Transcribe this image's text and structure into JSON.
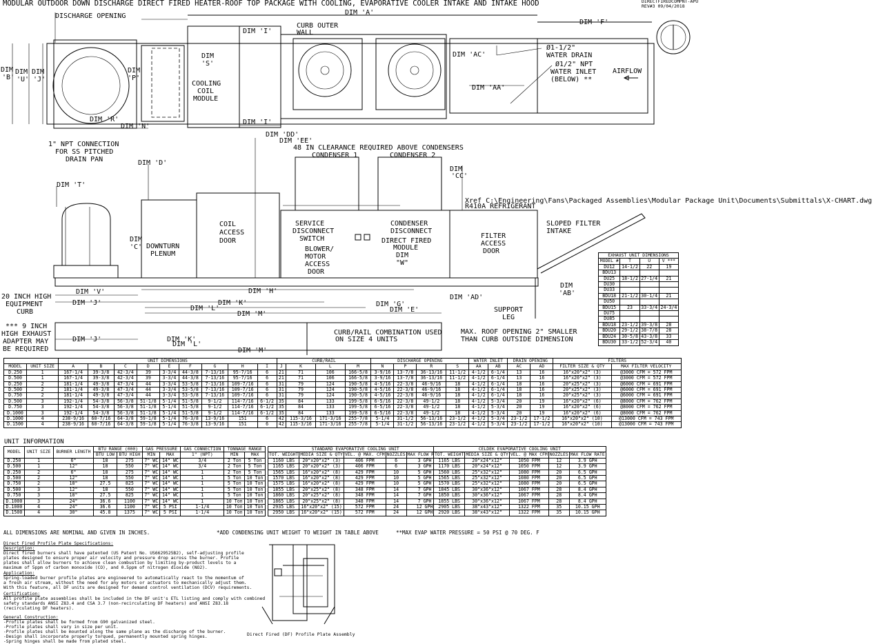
{
  "header": {
    "title": "MODULAR OUTDOOR DOWN DISCHARGE DIRECT FIRED HEATER-ROOF TOP PACKAGE WITH COOLING, EVAPORATIVE COOLER INTAKE AND INTAKE HOOD",
    "doc_id": "DIRECTFIREDCOMPNT-APU",
    "revision": "REV#3  09/04/2018"
  },
  "top_view": {
    "discharge_opening": "DISCHARGE OPENING",
    "dim_a": "DIM 'A'",
    "dim_i": "DIM 'I'",
    "curb_outer_wall_1": "CURB OUTER",
    "curb_outer_wall_2": "WALL",
    "dim_f": "DIM 'F'",
    "dim_b_1": "DIM",
    "dim_b_2": "'B'",
    "dim_u_1": "DIM",
    "dim_u_2": "'U'",
    "dim_j_1": "DIM",
    "dim_j_2": "'J'",
    "dim_s_1": "DIM",
    "dim_s_2": "'S'",
    "dim_p_1": "DIM",
    "dim_p_2": "'P'",
    "cooling_coil_1": "COOLING",
    "cooling_coil_2": "COIL",
    "cooling_coil_3": "MODULE",
    "dim_ac": "DIM 'AC'",
    "water_drain_1": "Ø1-1/2\"",
    "water_drain_2": "WATER DRAIN",
    "water_inlet_1": "Ø1/2\" NPT",
    "water_inlet_2": "WATER INLET",
    "water_inlet_3": "(BELOW) **",
    "airflow": "AIRFLOW",
    "dim_aa": "DIM 'AA'",
    "dim_r": "DIM 'R'",
    "dim_n": "DIM 'N'",
    "dim_i_bottom": "DIM 'I'"
  },
  "side_view": {
    "npt_1": "1\" NPT CONNECTION",
    "npt_2": "FOR SS PITCHED",
    "npt_3": "DRAIN PAN",
    "dim_dd": "DIM 'DD'",
    "dim_ee": "DIM 'EE'",
    "clearance": "48 IN CLEARANCE REQUIRED ABOVE CONDENSERS",
    "condenser_1": "CONDENSER 1",
    "condenser_2": "CONDENSER 2",
    "dim_d": "DIM 'D'",
    "dim_cc_1": "DIM",
    "dim_cc_2": "'CC'",
    "dim_t": "DIM 'T'",
    "xref": "Xref C:\\Engineering\\Fans\\Packaged Assemblies\\Modular Package Unit\\Documents\\Submittals\\X-CHART.dwg",
    "refrigerant": "R410A REFRIGERANT",
    "coil_access_1": "COIL",
    "coil_access_2": "ACCESS",
    "coil_access_3": "DOOR",
    "service_1": "SERVICE",
    "service_2": "DISCONNECT",
    "service_3": "SWITCH",
    "condenser_disc_1": "CONDENSER",
    "condenser_disc_2": "DISCONNECT",
    "direct_fired_1": "DIRECT FIRED",
    "direct_fired_2": "MODULE",
    "blower_1": "BLOWER/",
    "blower_2": "MOTOR",
    "blower_3": "ACCESS",
    "blower_4": "DOOR",
    "dim_w_1": "DIM",
    "dim_w_2": "\"W\"",
    "filter_1": "FILTER",
    "filter_2": "ACCESS",
    "filter_3": "DOOR",
    "sloped_1": "SLOPED FILTER",
    "sloped_2": "INTAKE",
    "dim_c_1": "DIM",
    "dim_c_2": "'C'",
    "downturn_1": "DOWNTURN",
    "downturn_2": "PLENUM",
    "curb_1": "20 INCH HIGH",
    "curb_2": "EQUIPMENT",
    "curb_3": "CURB",
    "dim_v": "DIM 'V'",
    "dim_j": "DIM 'J'",
    "dim_h": "DIM 'H'",
    "dim_k": "DIM 'K'",
    "dim_l": "DIM 'L'",
    "dim_m": "DIM 'M'",
    "dim_g": "DIM 'G'",
    "dim_e": "DIM 'E'",
    "dim_ad": "DIM 'AD'",
    "dim_ab_1": "DIM",
    "dim_ab_2": "'AB'",
    "support_1": "SUPPORT",
    "support_2": "LEG",
    "adapter_1": "*** 9 INCH",
    "adapter_2": "HIGH EXHAUST",
    "adapter_3": "ADAPTER MAY",
    "adapter_4": "BE REQUIRED",
    "dim_j_lower": "DIM 'J'",
    "dim_k_lower": "DIM 'K'",
    "dim_l_lower": "DIM 'L'",
    "dim_m_lower": "DIM 'M'",
    "curb_rail_1": "CURB/RAIL COMBINATION USED",
    "curb_rail_2": "ON SIZE 4 UNITS",
    "roof_1": "MAX. ROOF OPENING 2\" SMALLER",
    "roof_2": "THAN CURB OUTSIDE DIMENSION"
  },
  "exhaust_table": {
    "title": "EXHAUST UNIT DIMENSIONS",
    "headers": [
      "MODEL #",
      "T",
      "U",
      "V ***"
    ],
    "rows": [
      [
        "DU12",
        "14-1/2",
        "22",
        "19"
      ],
      [
        "BDU13",
        "",
        "",
        ""
      ],
      [
        "DU25",
        "18-1/2",
        "27-1/4",
        "21"
      ],
      [
        "DU30",
        "",
        "",
        ""
      ],
      [
        "DU33",
        "",
        "",
        ""
      ],
      [
        "BDU18",
        "21-1/2",
        "30-1/4",
        "21"
      ],
      [
        "DU50",
        "",
        "",
        ""
      ],
      [
        "BDU15",
        "23",
        "33-3/4",
        "24-3/4"
      ],
      [
        "DU75",
        "",
        "",
        ""
      ],
      [
        "DU85",
        "",
        "",
        ""
      ],
      [
        "BDU18",
        "23-1/2",
        "39-3/8",
        "28"
      ],
      [
        "BDU20",
        "29-1/2",
        "38-7/8",
        "28"
      ],
      [
        "BDU24",
        "30-5/8",
        "43-3/8",
        "33"
      ],
      [
        "BDU30",
        "33-1/2",
        "52-3/4",
        "40"
      ]
    ]
  },
  "dims_table": {
    "group_unit_dimensions": "UNIT DIMENSIONS",
    "group_curb_rail": "CURB/RAIL",
    "group_discharge": "DISCHARGE OPENING",
    "group_water_inlet": "WATER INLET",
    "group_drain": "DRAIN OPENING",
    "group_filters": "FILTERS",
    "headers": [
      "MODEL",
      "UNIT SIZE",
      "A",
      "B",
      "C",
      "D",
      "E",
      "F",
      "G",
      "H",
      "I",
      "J",
      "K",
      "L",
      "M",
      "N",
      "P",
      "R",
      "S",
      "AA",
      "AB",
      "AC",
      "AD",
      "FILTER SIZE & QTY",
      "MAX FILTER VELOCITY"
    ],
    "rows": [
      [
        "D.250",
        "1",
        "167-1/4",
        "39-3/8",
        "42-3/4",
        "39",
        "3-3/4",
        "44-3/8",
        "7-13/16",
        "95-7/16",
        "6",
        "21",
        "71",
        "106",
        "166-5/8",
        "3-9/16",
        "13-7/8",
        "36-13/16",
        "11-1/2",
        "4-1/2",
        "6-1/4",
        "13",
        "16",
        "16\"x20\"x2\" (3)",
        "@3000 CFM = 572 FPM"
      ],
      [
        "D.500",
        "1",
        "167-1/4",
        "39-3/8",
        "42-3/4",
        "39",
        "3-3/4",
        "44-3/8",
        "7-13/16",
        "95-7/16",
        "6",
        "21",
        "71",
        "106",
        "166-5/8",
        "3-9/16",
        "13-7/8",
        "36-13/16",
        "11-1/2",
        "4-1/2",
        "6-1/4",
        "13",
        "16",
        "16\"x20\"x2\" (3)",
        "@3000 CFM = 572 FPM"
      ],
      [
        "D.250",
        "2",
        "181-1/4",
        "49-3/8",
        "47-3/4",
        "44",
        "3-3/4",
        "53-5/8",
        "7-13/16",
        "109-7/16",
        "6",
        "31",
        "79",
        "124",
        "190-5/8",
        "4-5/16",
        "22-3/8",
        "46-9/16",
        "18",
        "4-1/2",
        "6-1/4",
        "18",
        "16",
        "20\"x25\"x2\" (3)",
        "@6000 CFM = 691 FPM"
      ],
      [
        "D.500",
        "2",
        "181-1/4",
        "49-3/8",
        "47-3/4",
        "44",
        "3-3/4",
        "53-5/8",
        "7-13/16",
        "109-7/16",
        "6",
        "31",
        "79",
        "124",
        "190-5/8",
        "4-5/16",
        "22-3/8",
        "46-9/16",
        "18",
        "4-1/2",
        "6-1/4",
        "18",
        "16",
        "20\"x25\"x2\" (3)",
        "@6000 CFM = 691 FPM"
      ],
      [
        "D.750",
        "2",
        "181-1/4",
        "49-3/8",
        "47-3/4",
        "44",
        "3-3/4",
        "53-5/8",
        "7-13/16",
        "109-7/16",
        "6",
        "31",
        "79",
        "124",
        "190-5/8",
        "4-5/16",
        "22-3/8",
        "46-9/16",
        "18",
        "4-1/2",
        "6-1/4",
        "18",
        "16",
        "20\"x25\"x2\" (3)",
        "@6000 CFM = 691 FPM"
      ],
      [
        "D.500",
        "3",
        "192-1/4",
        "54-3/8",
        "56-3/8",
        "51-1/8",
        "5-1/4",
        "51-5/8",
        "9-1/2",
        "114-7/16",
        "6-1/2",
        "35",
        "84",
        "133",
        "199-5/8",
        "6-5/16",
        "22-3/8",
        "49-1/2",
        "18",
        "4-1/2",
        "5-3/4",
        "20",
        "19",
        "16\"x20\"x2\" (6)",
        "@8000 CFM = 762 FPM"
      ],
      [
        "D.750",
        "3",
        "192-1/4",
        "54-3/8",
        "56-3/8",
        "51-1/8",
        "5-1/4",
        "51-5/8",
        "9-1/2",
        "114-7/16",
        "6-1/2",
        "35",
        "84",
        "133",
        "199-5/8",
        "6-5/16",
        "22-3/8",
        "49-1/2",
        "18",
        "4-1/2",
        "5-3/4",
        "20",
        "19",
        "16\"x20\"x2\" (6)",
        "@8000 CFM = 762 FPM"
      ],
      [
        "D.1000",
        "3",
        "192-1/4",
        "54-3/8",
        "56-3/8",
        "51-1/8",
        "5-1/4",
        "51-5/8",
        "9-1/2",
        "114-7/16",
        "6-1/2",
        "35",
        "84",
        "133",
        "199-5/8",
        "6-5/16",
        "22-3/8",
        "49-1/2",
        "18",
        "4-1/2",
        "5-3/4",
        "20",
        "19",
        "16\"x20\"x2\" (6)",
        "@8000 CFM = 762 FPM"
      ],
      [
        "D.1000",
        "4",
        "238-9/16",
        "60-7/16",
        "64-3/8",
        "59-1/8",
        "5-1/4",
        "76-3/8",
        "13-9/16",
        "151",
        "6",
        "42",
        "115-3/16",
        "171-3/16",
        "255-7/8",
        "5-1/4",
        "31-1/2",
        "56-13/16",
        "23-1/2",
        "4-1/2",
        "5-3/4",
        "23-1/2",
        "17-1/2",
        "16\"x20\"x2\" (10)",
        "@13000 CFM = 743 FPM"
      ],
      [
        "D.1500",
        "4",
        "238-9/16",
        "60-7/16",
        "64-3/8",
        "59-1/8",
        "5-1/4",
        "76-3/8",
        "13-9/16",
        "151",
        "6",
        "42",
        "115-3/16",
        "171-3/16",
        "255-7/8",
        "5-1/4",
        "31-1/2",
        "56-13/16",
        "23-1/2",
        "4-1/2",
        "5-3/4",
        "23-1/2",
        "17-1/2",
        "16\"x20\"x2\" (10)",
        "@13000 CFM = 743 FPM"
      ]
    ]
  },
  "unit_info": {
    "title": "UNIT INFORMATION",
    "group_btu": "BTU RANGE (000)",
    "group_gas": "GAS PRESSURE",
    "group_gas_conn": "GAS CONNECTION",
    "group_tonnage": "TONNAGE RANGE",
    "headers": [
      "MODEL",
      "UNIT SIZE",
      "BURNER LENGTH",
      "BTU LOW",
      "BTU HIGH",
      "MIN",
      "MAX",
      "1\" (NPT)",
      "MIN",
      "MAX"
    ],
    "rows": [
      [
        "D.250",
        "1",
        "6\"",
        "18",
        "275",
        "7\" WC",
        "14\" WC",
        "3/4",
        "2 Ton",
        "5 Ton"
      ],
      [
        "D.500",
        "1",
        "12\"",
        "18",
        "550",
        "7\" WC",
        "14\" WC",
        "3/4",
        "2 Ton",
        "5 Ton"
      ],
      [
        "D.250",
        "2",
        "6\"",
        "18",
        "275",
        "7\" WC",
        "14\" WC",
        "1",
        "2 Ton",
        "5 Ton"
      ],
      [
        "D.500",
        "2",
        "12\"",
        "18",
        "550",
        "7\" WC",
        "14\" WC",
        "1",
        "5 Ton",
        "10 Ton"
      ],
      [
        "D.750",
        "2",
        "18\"",
        "27.5",
        "825",
        "7\" WC",
        "14\" WC",
        "1",
        "5 Ton",
        "10 Ton"
      ],
      [
        "D.500",
        "3",
        "12\"",
        "18",
        "550",
        "7\" WC",
        "14\" WC",
        "1",
        "5 Ton",
        "10 Ton"
      ],
      [
        "D.750",
        "3",
        "18\"",
        "27.5",
        "825",
        "7\" WC",
        "14\" WC",
        "1",
        "5 Ton",
        "10 Ton"
      ],
      [
        "D.1000",
        "3",
        "24\"",
        "36.6",
        "1100",
        "7\" WC",
        "14\" WC",
        "1",
        "10 Ton",
        "10 Ton"
      ],
      [
        "D.1000",
        "4",
        "24\"",
        "36.6",
        "1100",
        "7\" WC",
        "5 PSI",
        "1-1/4",
        "10 Ton",
        "10 Ton"
      ],
      [
        "D.1500",
        "4",
        "30\"",
        "45.8",
        "1375",
        "7\" WC",
        "5 PSI",
        "1-1/4",
        "10 Ton",
        "10 Ton"
      ]
    ]
  },
  "std_evap": {
    "title": "STANDARD EVAPORATIVE COOLING UNIT",
    "headers": [
      "TOT. WEIGHT",
      "MEDIA SIZE & QTY",
      "VEL. @ MAX. CFM",
      "NOZZLES",
      "MAX FLOW RATE"
    ],
    "rows": [
      [
        "1160 LBS",
        "20\"x20\"x2\" (3)",
        "406 FPM",
        "6",
        "3 GPH"
      ],
      [
        "1165 LBS",
        "20\"x20\"x2\" (3)",
        "406 FPM",
        "6",
        "3 GPH"
      ],
      [
        "1565 LBS",
        "16\"x20\"x2\" (8)",
        "429 FPM",
        "10",
        "5 GPH"
      ],
      [
        "1570 LBS",
        "16\"x20\"x2\" (8)",
        "429 FPM",
        "10",
        "5 GPH"
      ],
      [
        "1575 LBS",
        "16\"x20\"x2\" (8)",
        "429 FPM",
        "10",
        "5 GPH"
      ],
      [
        "1855 LBS",
        "20\"x25\"x2\" (8)",
        "348 FPM",
        "14",
        "7 GPH"
      ],
      [
        "1860 LBS",
        "20\"x25\"x2\" (8)",
        "348 FPM",
        "14",
        "7 GPH"
      ],
      [
        "1865 LBS",
        "20\"x25\"x2\" (8)",
        "348 FPM",
        "14",
        "7 GPH"
      ],
      [
        "2935 LBS",
        "16\"x20\"x2\" (15)",
        "572 FPM",
        "24",
        "12 GPH"
      ],
      [
        "2950 LBS",
        "16\"x20\"x2\" (15)",
        "572 FPM",
        "24",
        "12 GPH"
      ]
    ]
  },
  "celdek": {
    "title": "CELDEK EVAPORATIVE COOLING UNIT",
    "headers": [
      "TOT. WEIGHT",
      "MEDIA SIZE & QTY",
      "VEL. @ MAX CFM",
      "NOZZLES",
      "MAX FLOW RATE"
    ],
    "rows": [
      [
        "1165 LBS",
        "20\"x24\"x12\"",
        "1050 FPM",
        "12",
        "3.9 GPH"
      ],
      [
        "1170 LBS",
        "20\"x24\"x12\"",
        "1050 FPM",
        "12",
        "3.9 GPH"
      ],
      [
        "1560 LBS",
        "25\"x32\"x12\"",
        "1080 FPM",
        "20",
        "6.5 GPH"
      ],
      [
        "1565 LBS",
        "25\"x32\"x12\"",
        "1080 FPM",
        "20",
        "6.5 GPH"
      ],
      [
        "1570 LBS",
        "25\"x32\"x12\"",
        "1080 FPM",
        "20",
        "6.5 GPH"
      ],
      [
        "1845 LBS",
        "30\"x36\"x12\"",
        "1067 FPM",
        "28",
        "8.4 GPH"
      ],
      [
        "1850 LBS",
        "30\"x36\"x12\"",
        "1067 FPM",
        "28",
        "8.4 GPH"
      ],
      [
        "1855 LBS",
        "30\"x36\"x12\"",
        "1067 FPM",
        "28",
        "8.4 GPH"
      ],
      [
        "2905 LBS",
        "38\"x43\"x12\"",
        "1322 FPM",
        "35",
        "10.15 GPH"
      ],
      [
        "2920 LBS",
        "38\"x43\"x12\"",
        "1322 FPM",
        "35",
        "10.15 GPH"
      ]
    ]
  },
  "footer": {
    "nominal": "ALL DIMENSIONS ARE NOMINAL AND GIVEN IN INCHES.",
    "condensing": "*ADD CONDENSING UNIT WEIGHT TO WEIGHT IN TABLE ABOVE",
    "pressure": "**MAX EVAP WATER PRESSURE = 50 PSI @ 70 DEG. F",
    "spec_title": "Direct Fired Profile Plate Specifications:",
    "desc_title": "Description:",
    "desc_text": "Direct fired burners shall have patented (US Patent No. US6629525B2), self-adjusting profile\nplates designed to ensure proper air velocity and pressure drop across the burner. Profile\nplates shall allow burners to achieve clean combustion by limiting by-product levels to a\nmaximum of 5ppm of carbon monoxide (CO), and 0.5ppm of nitrogen dioxide (NO2).",
    "app_title": "Application:",
    "app_text": "Spring-loaded burner profile plates are engineered to automatically react to the momentum of\na fresh air stream, without the need for any motors or actuators to mechanically adjust them.\nWith this feature, all DF units are designed for demand control ventilation (DCV) requirements.",
    "cert_title": "Certification:",
    "cert_text": "All profile plate assemblies shall be included in the DF unit's ETL listing and comply with combined\nsafety standards ANSI Z83.4 and CSA 3.7 (non-recirculating DF heaters) and ANSI Z83.18\n(recirculating DF heaters).",
    "gen_title": "General Construction:",
    "gen_text": "-Profile plates shall be formed from G90 galvanized steel.\n-Profile plates shall vary in size per unit.\n-Profile plates shall be mounted along the same plane as the discharge of the burner.\n-Design shall incorporate properly torqued, permanently mounted spring hinges.\n-Spring hinges shall be made from plated steel.",
    "caption": "Direct Fired (DF) Profile Plate Assembly"
  }
}
